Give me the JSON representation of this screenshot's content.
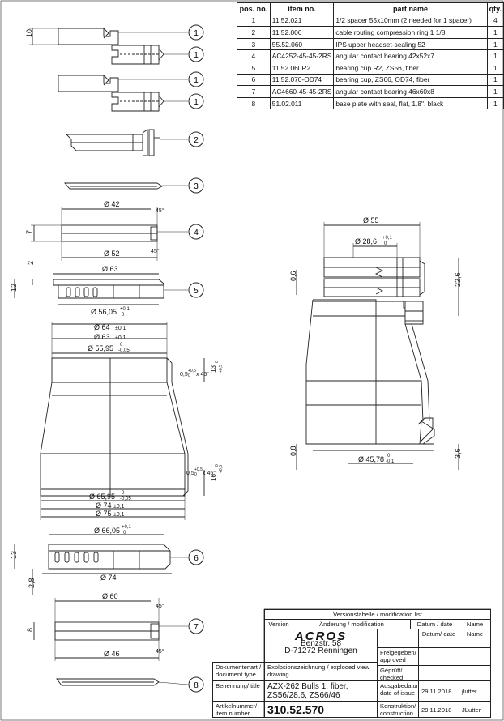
{
  "parts_list": {
    "headers": [
      "pos. no.",
      "item no.",
      "part name",
      "qty."
    ],
    "rows": [
      [
        "1",
        "11.52.021",
        "1/2 spacer 55x10mm (2 needed for 1 spacer)",
        "4"
      ],
      [
        "2",
        "11.52.006",
        "cable routing compression ring 1 1/8",
        "1"
      ],
      [
        "3",
        "55.52.060",
        "IPS upper headset-sealing 52",
        "1"
      ],
      [
        "4",
        "AC4252-45-45-2RS",
        "angular contact bearing 42x52x7",
        "1"
      ],
      [
        "5",
        "11.52.060R2",
        "bearing cup R2, ZS56, fiber",
        "1"
      ],
      [
        "6",
        "11.52.070-OD74",
        "bearing cup, ZS66, OD74, fiber",
        "1"
      ],
      [
        "7",
        "AC4660-45-45-2RS",
        "angular contact bearing 46x60x8",
        "1"
      ],
      [
        "8",
        "51.02.011",
        "base plate with seal, flat, 1.8\", black",
        "1"
      ]
    ]
  },
  "balloons": [
    "1",
    "1",
    "1",
    "1",
    "2",
    "3",
    "4",
    "5",
    "6",
    "7",
    "8"
  ],
  "dimensions": {
    "d1": "10",
    "d4_od": "Ø 42",
    "d4_id": "Ø 52",
    "d4_h": "7",
    "d4_ch1": "45°",
    "d4_ch2": "45°",
    "d5_od": "Ø 63",
    "d5_id": "Ø 56,05",
    "d5_id_tol_up": "+0,1",
    "d5_id_tol_lo": "0",
    "d5_h1": "2",
    "d5_h2": "12",
    "cup_a": "Ø 64",
    "cup_a_tol": "±0,1",
    "cup_b": "Ø 63",
    "cup_b_tol": "±0,1",
    "cup_c": "Ø 55,95",
    "cup_c_tol_up": "0",
    "cup_c_tol_lo": "-0,05",
    "cup_ch1": "0,5",
    "cup_ch1_tol_up": "+0,5",
    "cup_ch1_tol_lo": "0",
    "cup_ch1_ang": "x 45°",
    "cup_h1": "13",
    "cup_h1_tol_up": "+0,5",
    "cup_h1_tol_lo": "0",
    "cup_ch2": "0,5",
    "cup_ch2_tol_up": "+0,5",
    "cup_ch2_tol_lo": "0",
    "cup_ch2_ang": "x 45°",
    "cup_h2": "16",
    "cup_h2_tol_up": "+0,5",
    "cup_h2_tol_lo": "0",
    "cup_d": "Ø 65,95",
    "cup_d_tol_up": "0",
    "cup_d_tol_lo": "-0,05",
    "cup_e": "Ø 74",
    "cup_e_tol": "±0,1",
    "cup_f": "Ø 75",
    "cup_f_tol": "±0,1",
    "d6_id": "Ø 66,05",
    "d6_tol_up": "+0,1",
    "d6_tol_lo": "0",
    "d6_od": "Ø 74",
    "d6_h": "13",
    "d6_gap": "2,8",
    "d7_od": "Ø 60",
    "d7_id": "Ø 46",
    "d7_h": "8",
    "d7_ch1": "45°",
    "d7_ch2": "45°",
    "as_55": "Ø 55",
    "as_286": "Ø 28,6",
    "as_286_tol_up": "+0,1",
    "as_286_tol_lo": "0",
    "as_06": "0,6",
    "as_226": "22,6",
    "as_08": "0,8",
    "as_36": "3,6",
    "as_4578": "Ø 45,78",
    "as_4578_tol_up": "0",
    "as_4578_tol_lo": "-0,1"
  },
  "title_block": {
    "rev_title": "Versionstabelle / modification list",
    "rev_version": "Version",
    "rev_change": "Änderung / modification",
    "rev_date": "Datum / date",
    "rev_name": "Name",
    "logo": "ACROS",
    "address1": "Benzstr. 58",
    "address2": "D-71272 Renningen",
    "col_date": "Datum/ date",
    "col_name": "Name",
    "released_label": "Freigegeben/ approved",
    "checked_label": "Geprüft/ checked",
    "doctype_label": "Dokumentenart / document type",
    "doctype_value": "Explosionszeichnung / exploded view drawing",
    "name_label": "Benennung/ title",
    "name_value": "AZX-262 Bulls 1, fiber, ZS56/28,6, ZS66/46",
    "issue_label": "Ausgabedatum/ date of issue",
    "issue_date": "29.11.2018",
    "issue_name": "jlutter",
    "article_label": "Artikelnummer/ item number",
    "article_value": "310.52.570",
    "construction_label": "Konstruktion/ construction",
    "construction_date": "29.11.2018",
    "construction_name": "JLutter"
  }
}
